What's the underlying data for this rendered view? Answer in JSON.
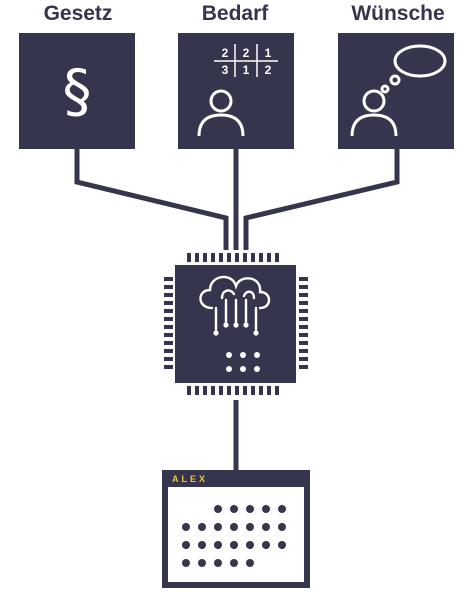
{
  "labels": {
    "gesetz": "Gesetz",
    "bedarf": "Bedarf",
    "wuensche": "Wünsche"
  },
  "gesetz_symbol": "§",
  "bedarf_table": [
    [
      "2",
      "2",
      "1"
    ],
    [
      "3",
      "1",
      "2"
    ]
  ],
  "logo_text": "ALEX",
  "colors": {
    "navy": "#35354e",
    "gold": "#f0c533",
    "white": "#ffffff"
  },
  "icons": [
    "paragraph-icon",
    "person-icon",
    "thought-bubble-icon",
    "cloud-circuit-icon",
    "calendar-icon"
  ]
}
